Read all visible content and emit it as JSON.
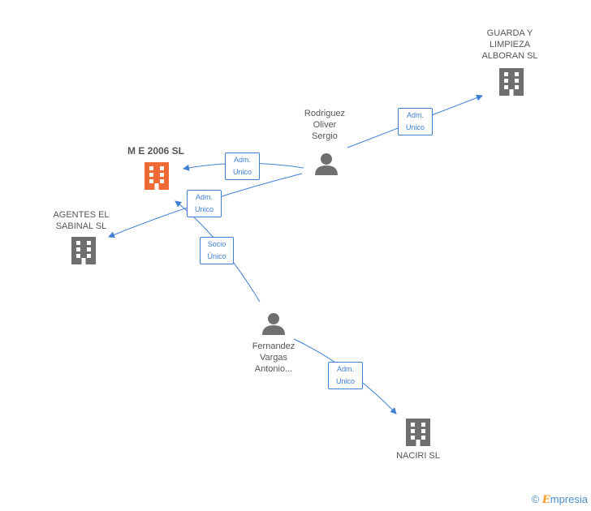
{
  "nodes": {
    "guarda": {
      "label": "GUARDA Y\nLIMPIEZA\nALBORAN SL"
    },
    "rodriguez": {
      "label": "Rodriguez\nOliver\nSergio"
    },
    "me2006": {
      "label": "M E 2006 SL"
    },
    "agentes": {
      "label": "AGENTES EL\nSABINAL SL"
    },
    "fernandez": {
      "label": "Fernandez\nVargas\nAntonio..."
    },
    "naciri": {
      "label": "NACIRI SL"
    }
  },
  "edges": {
    "rod_guarda": "Adm.\nUnico",
    "rod_me": "Adm.\nUnico",
    "rod_agentes": "Adm.\nUnico",
    "fer_me": "Socio\nÚnico",
    "fer_naciri": "Adm.\nUnico"
  },
  "colors": {
    "edge": "#3f7fd3",
    "company": "#6f6f6f",
    "company_main": "#f06a35",
    "person": "#6f6f6f"
  },
  "watermark": {
    "copyright": "©",
    "brand_initial": "E",
    "brand_rest": "mpresia"
  }
}
